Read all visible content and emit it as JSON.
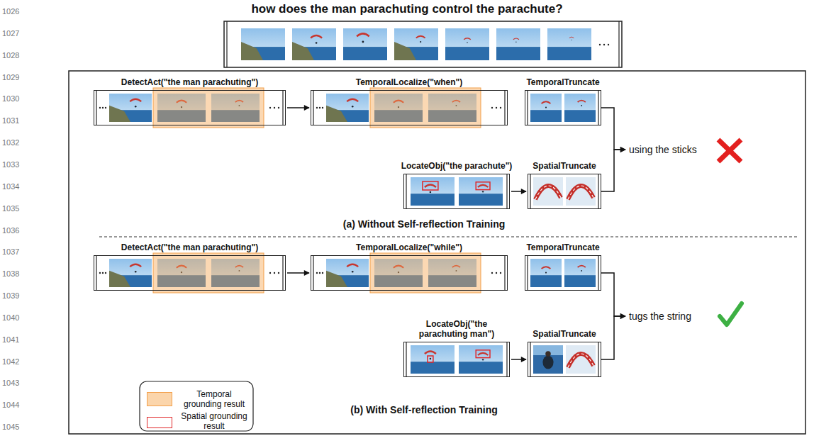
{
  "diagram": {
    "title": "how does the man parachuting control the parachute?",
    "nodes": [
      {
        "text": [
          "DetectAct(\"the man parachuting\")"
        ]
      },
      {
        "text": [
          "TemporalLocalize(\"when\")"
        ]
      },
      {
        "text": [
          "TemporalTruncate"
        ]
      },
      {
        "text": [
          "LocateObj(\"the parachute\")"
        ]
      },
      {
        "text": [
          "SpatialTruncate"
        ]
      },
      {
        "text": [
          "using the sticks"
        ]
      },
      {
        "text": [
          "DetectAct(\"the man parachuting\")"
        ]
      },
      {
        "text": [
          "TemporalLocalize(\"while\")"
        ]
      },
      {
        "text": [
          "TemporalTruncate"
        ]
      },
      {
        "text": [
          "LocateObj(\"the parachuting man\")"
        ]
      },
      {
        "text": [
          "SpatialTruncate"
        ]
      },
      {
        "text": [
          "tugs the string"
        ]
      }
    ],
    "edges": [
      {
        "from": 0,
        "to": 1,
        "arrow": "to"
      },
      {
        "from": 3,
        "to": 4,
        "arrow": "to"
      },
      {
        "from": 2,
        "to": 5,
        "arrow": "to"
      },
      {
        "from": 4,
        "to": 5,
        "arrow": "to"
      },
      {
        "from": 6,
        "to": 7,
        "arrow": "to"
      },
      {
        "from": 9,
        "to": 10,
        "arrow": "to"
      },
      {
        "from": 8,
        "to": 11,
        "arrow": "to"
      },
      {
        "from": 10,
        "to": 11,
        "arrow": "to"
      }
    ],
    "labels": [
      "1026",
      "1027",
      "1028",
      "1029",
      "1030",
      "1031",
      "1032",
      "1033",
      "1034",
      "1035",
      "1036",
      "1037",
      "1038",
      "1039",
      "1040",
      "1041",
      "1042",
      "1043",
      "1044",
      "1045",
      "(a) Without Self-reflection Training",
      "(b) With Self-reflection Training"
    ],
    "legend": [
      {
        "text": "Temporal grounding result",
        "color": "#fbd5ab"
      },
      {
        "text": "Spatial grounding result"
      }
    ]
  }
}
